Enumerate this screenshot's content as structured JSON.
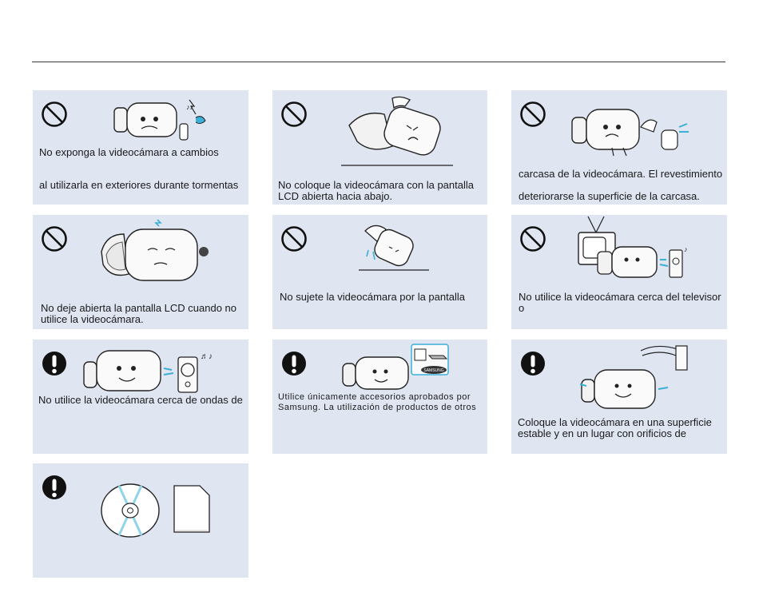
{
  "panels": [
    {
      "type": "prohibition",
      "lines": [
        "No exponga la videocámara a cambios",
        "al utilizarla en exteriores durante tormentas"
      ]
    },
    {
      "type": "prohibition",
      "lines": [
        "No coloque la videocámara con la pantalla\nLCD abierta hacia abajo."
      ]
    },
    {
      "type": "prohibition",
      "lines": [
        "carcasa de la videocámara. El revestimiento",
        "deteriorarse la superficie de la carcasa."
      ]
    },
    {
      "type": "prohibition",
      "lines": [
        "No deje abierta la pantalla LCD cuando no\nutilice la videocámara."
      ]
    },
    {
      "type": "prohibition",
      "lines": [
        "No sujete la videocámara por la pantalla"
      ]
    },
    {
      "type": "prohibition",
      "lines": [
        "No utilice la videocámara cerca del televisor o"
      ]
    },
    {
      "type": "mandatory",
      "lines": [
        "No utilice la videocámara cerca de ondas de"
      ]
    },
    {
      "type": "mandatory",
      "lines": [
        "Utilice únicamente accesorios aprobados por\nSamsung. La utilización de productos de otros"
      ]
    },
    {
      "type": "mandatory",
      "lines": [
        "Coloque la videocámara en una superficie\nestable y en un lugar con orificios de"
      ]
    },
    {
      "type": "mandatory",
      "lines": []
    }
  ],
  "icons": {
    "prohibition": "prohibition-icon",
    "mandatory": "exclamation-icon"
  },
  "illustration_text": {
    "samsung_badge": "SAMSUNG"
  },
  "colors": {
    "panel_bg": "#dfe5f1",
    "rule": "#3a3a3a",
    "accent_blue": "#3ab0d8"
  }
}
